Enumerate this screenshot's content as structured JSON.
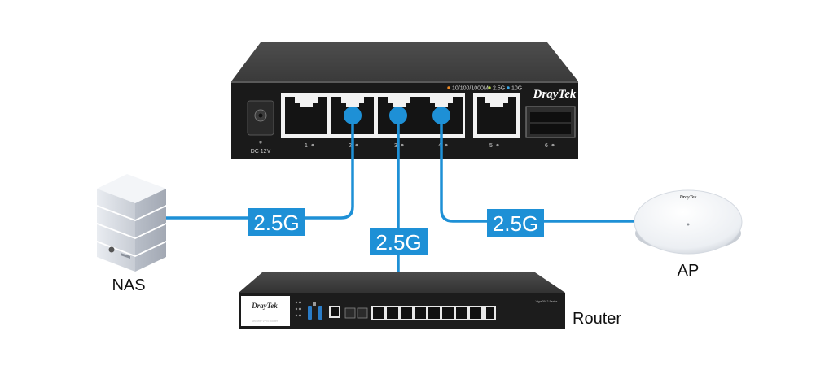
{
  "switch": {
    "legend_1": "10/100/1000M",
    "legend_2": "2.5G",
    "legend_3": "10G",
    "brand": "DrayTek",
    "power_label": "DC 12V",
    "ports": [
      "1",
      "2",
      "3",
      "4",
      "5",
      "6"
    ]
  },
  "links": {
    "nas_speed": "2.5G",
    "router_speed": "2.5G",
    "ap_speed": "2.5G"
  },
  "devices": {
    "nas": "NAS",
    "router": "Router",
    "ap": "AP"
  },
  "router": {
    "brand": "DrayTek",
    "model": "Vigor3912 Series",
    "tagline": "Security VPN Router"
  },
  "ap_device": {
    "brand": "DrayTek"
  },
  "colors": {
    "link": "#1e90d6",
    "legend_1": "#f08a24",
    "legend_2": "#b7d44a",
    "legend_3": "#3aa8e8"
  }
}
